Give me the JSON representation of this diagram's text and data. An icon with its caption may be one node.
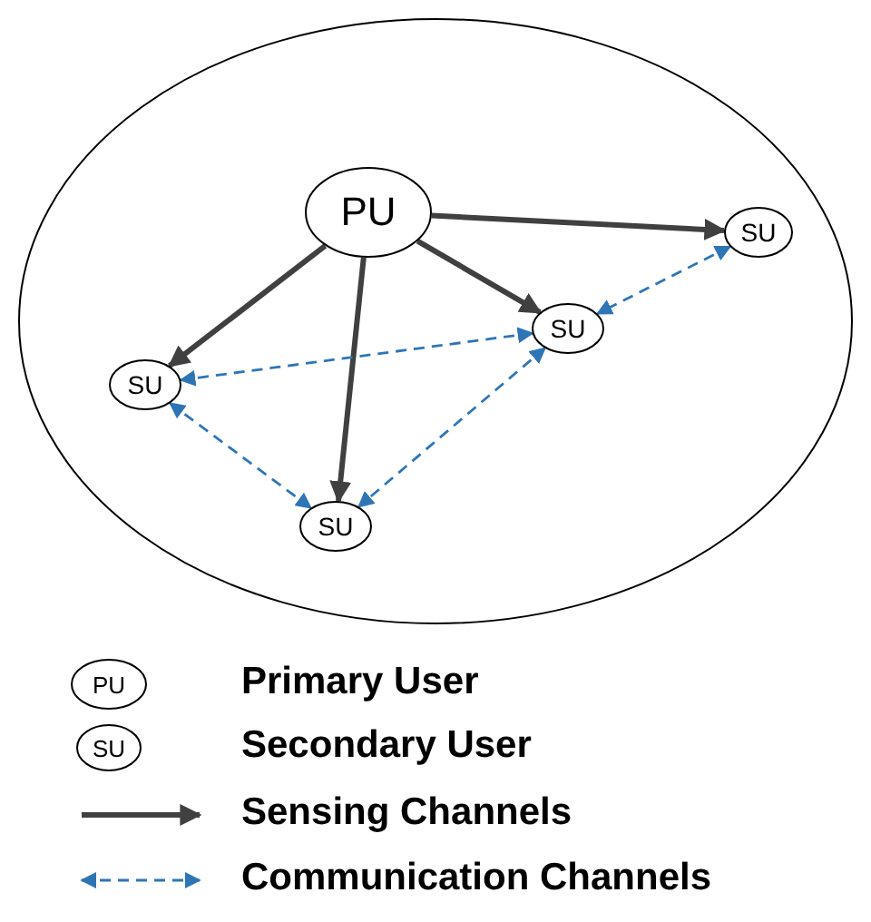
{
  "diagram": {
    "nodes": [
      {
        "text": [],
        "shape": "circle"
      },
      {
        "text": [
          "PU"
        ],
        "in": 0
      },
      {
        "text": [
          "SU"
        ],
        "in": 0
      },
      {
        "text": [
          "SU"
        ],
        "in": 0
      },
      {
        "text": [
          "SU"
        ],
        "in": 0
      },
      {
        "text": [
          "SU"
        ],
        "in": 0
      }
    ],
    "edges": [
      {
        "from": 1,
        "to": 2,
        "arrow": "to",
        "style": "thick"
      },
      {
        "from": 1,
        "to": 3,
        "arrow": "to",
        "style": "thick"
      },
      {
        "from": 1,
        "to": 4,
        "arrow": "to",
        "style": "thick"
      },
      {
        "from": 1,
        "to": 5,
        "arrow": "to",
        "style": "thick"
      },
      {
        "from": 2,
        "to": 3,
        "arrow": "both",
        "style": "dashed",
        "color": "#2e75b6"
      },
      {
        "from": 3,
        "to": 4,
        "arrow": "both",
        "style": "dashed",
        "color": "#2e75b6"
      },
      {
        "from": 3,
        "to": 5,
        "arrow": "both",
        "style": "dashed",
        "color": "#2e75b6"
      },
      {
        "from": 4,
        "to": 5,
        "arrow": "both",
        "style": "dashed",
        "color": "#2e75b6"
      }
    ],
    "labels": [
      "PU",
      "SU"
    ],
    "legend": [
      {
        "text": "Primary User"
      },
      {
        "text": "Secondary User"
      },
      {
        "text": "Sensing Channels"
      },
      {
        "text": "Communication Channels"
      }
    ]
  }
}
